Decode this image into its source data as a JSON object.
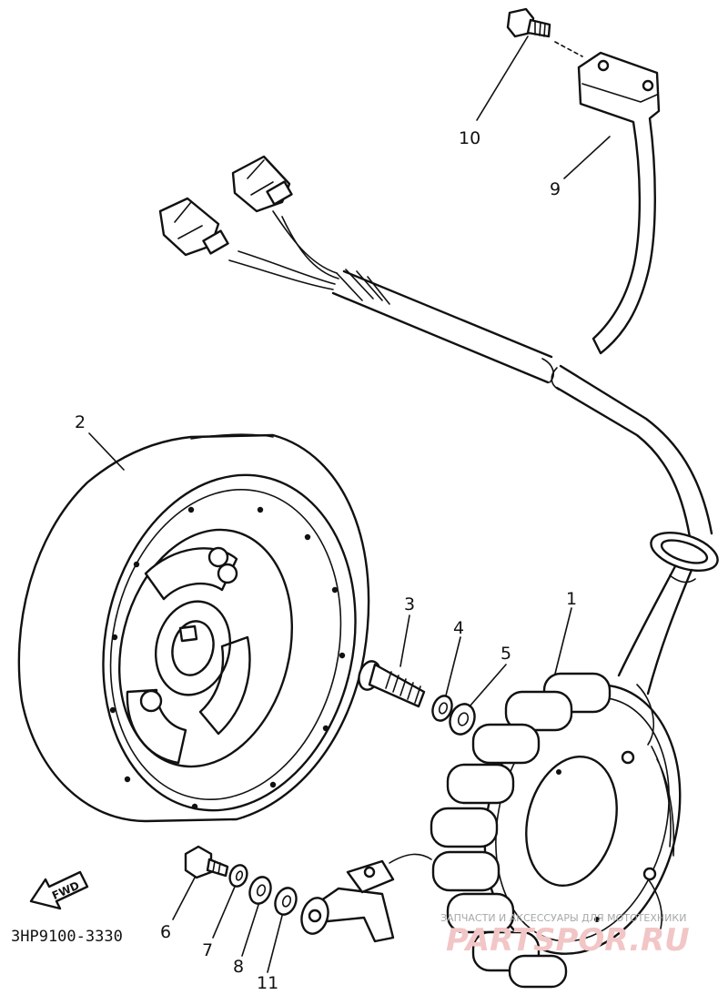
{
  "diagram_code": "3HP9100-3330",
  "direction_label": "FWD",
  "callouts": [
    {
      "id": "1",
      "label": "1"
    },
    {
      "id": "2",
      "label": "2"
    },
    {
      "id": "3",
      "label": "3"
    },
    {
      "id": "4",
      "label": "4"
    },
    {
      "id": "5",
      "label": "5"
    },
    {
      "id": "6",
      "label": "6"
    },
    {
      "id": "7",
      "label": "7"
    },
    {
      "id": "8",
      "label": "8"
    },
    {
      "id": "9",
      "label": "9"
    },
    {
      "id": "10",
      "label": "10"
    },
    {
      "id": "11",
      "label": "11"
    }
  ],
  "watermark": {
    "tagline": "ЗАПЧАСТИ И АКСЕССУАРЫ ДЛЯ МОТОТЕХНИКИ",
    "brand": "PARTSPOR.RU"
  }
}
